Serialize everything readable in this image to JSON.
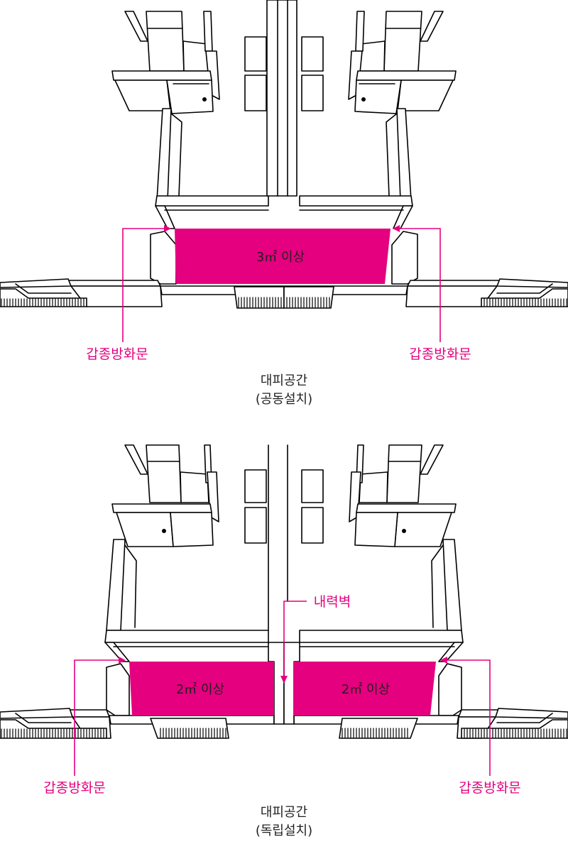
{
  "colors": {
    "accent": "#E4007F",
    "line": "#000000",
    "area_text": "#231F20"
  },
  "shared_installation": {
    "area_label": "3㎡ 이상",
    "door_label_left": "갑종방화문",
    "door_label_right": "갑종방화문",
    "caption": "대피공간",
    "caption_sub": "(공동설치)"
  },
  "separate_installation": {
    "area_label_left": "2㎡ 이상",
    "area_label_right": "2㎡ 이상",
    "wall_label": "내력벽",
    "door_label_left": "갑종방화문",
    "door_label_right": "갑종방화문",
    "caption": "대피공간",
    "caption_sub": "(독립설치)"
  }
}
